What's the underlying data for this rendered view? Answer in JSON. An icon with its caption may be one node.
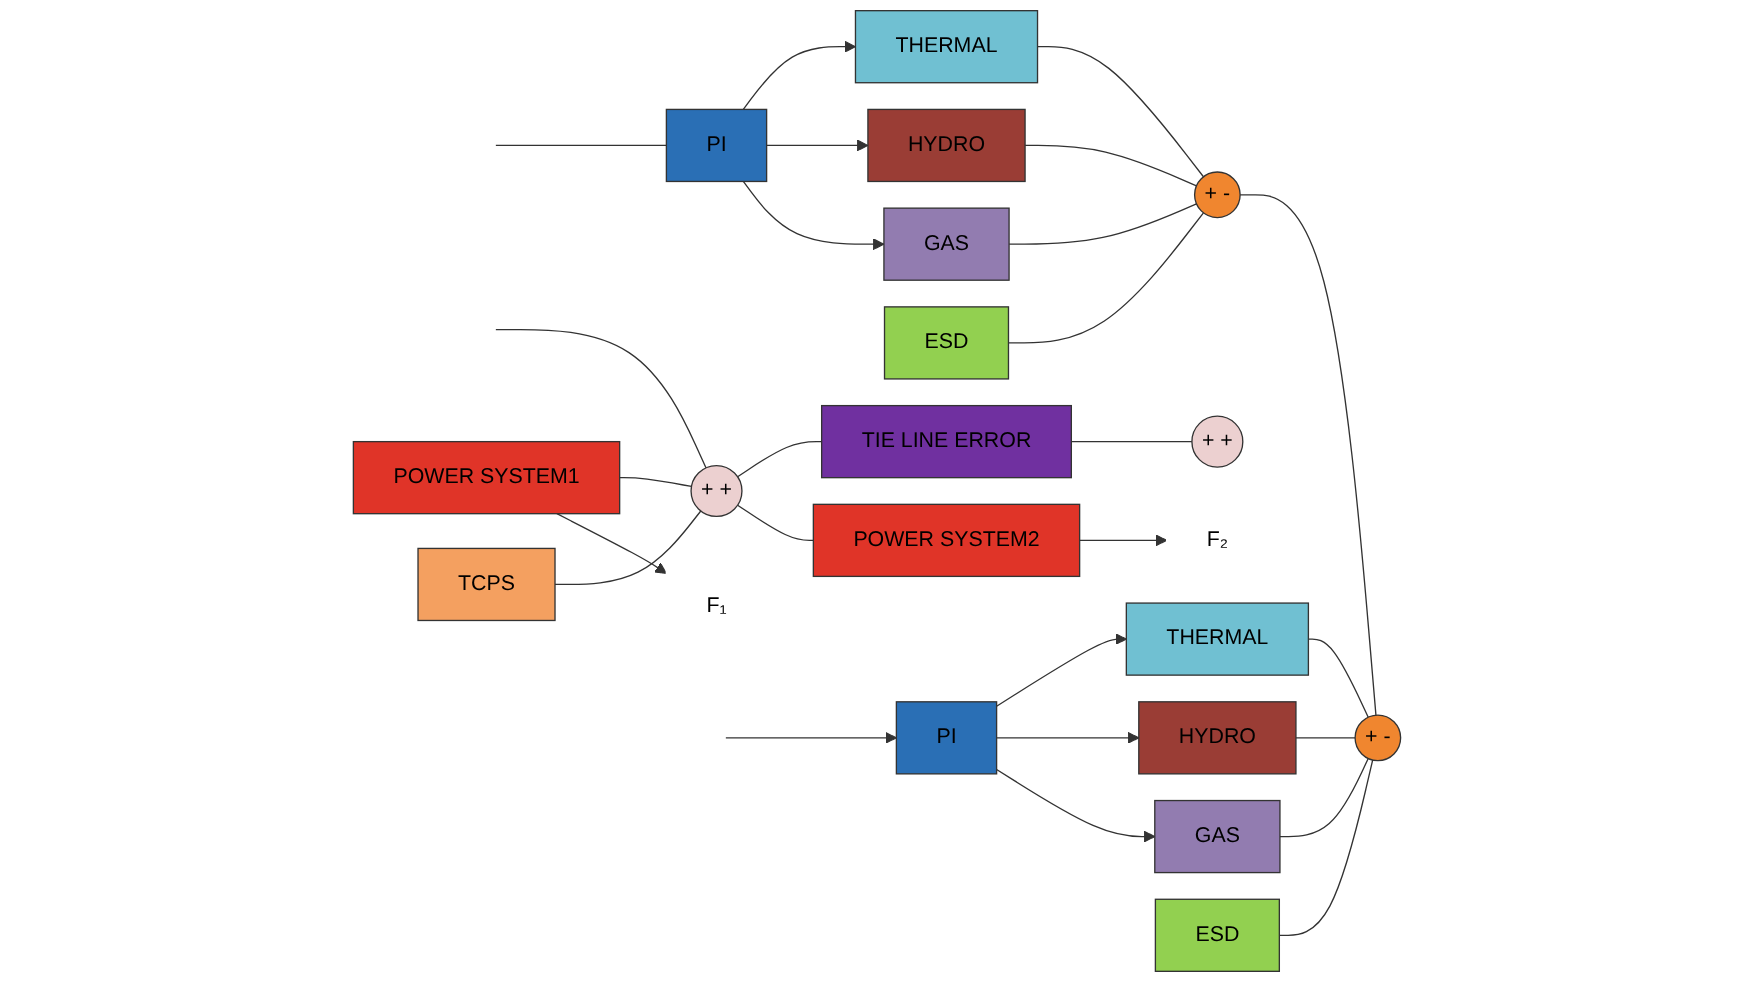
{
  "diagram": {
    "nodes": [
      {
        "text": [
          "PI"
        ]
      },
      {
        "text": [
          "THERMAL"
        ]
      },
      {
        "text": [
          "HYDRO"
        ]
      },
      {
        "text": [
          "GAS"
        ]
      },
      {
        "text": [
          "+ -"
        ]
      },
      {
        "text": [
          "ESD"
        ]
      },
      {
        "text": [
          "POWER SYSTEM1"
        ]
      },
      {
        "text": [
          "TCPS"
        ]
      },
      {
        "text": [
          "+ +"
        ]
      },
      {
        "text": [
          "TIE LINE ERROR"
        ]
      },
      {
        "text": [
          "+ +"
        ]
      },
      {
        "text": [
          "F₁"
        ]
      },
      {
        "text": [
          "PI"
        ]
      },
      {
        "text": [
          "THERMAL"
        ]
      },
      {
        "text": [
          "HYDRO"
        ]
      },
      {
        "text": [
          "GAS"
        ]
      },
      {
        "text": [
          "+ -"
        ]
      },
      {
        "text": [
          "POWER SYSTEM2"
        ]
      },
      {
        "text": [
          "F₂"
        ]
      },
      {
        "text": [
          "ESD"
        ]
      }
    ],
    "edges": [
      {
        "from": null,
        "to": 0,
        "arrow": "none"
      },
      {
        "from": 0,
        "to": 1,
        "arrow": "to"
      },
      {
        "from": 0,
        "to": 2,
        "arrow": "to"
      },
      {
        "from": 0,
        "to": 3,
        "arrow": "to"
      },
      {
        "from": 1,
        "to": 4,
        "arrow": "none"
      },
      {
        "from": 2,
        "to": 4,
        "arrow": "none"
      },
      {
        "from": 3,
        "to": 4,
        "arrow": "none"
      },
      {
        "from": 5,
        "to": 4,
        "arrow": "none"
      },
      {
        "from": 4,
        "to": 16,
        "arrow": "none"
      },
      {
        "from": null,
        "to": 8,
        "arrow": "none"
      },
      {
        "from": 6,
        "to": 8,
        "arrow": "none"
      },
      {
        "from": 7,
        "to": 8,
        "arrow": "none"
      },
      {
        "from": 8,
        "to": 9,
        "arrow": "none"
      },
      {
        "from": 9,
        "to": 10,
        "arrow": "none"
      },
      {
        "from": 8,
        "to": 17,
        "arrow": "none"
      },
      {
        "from": 6,
        "to": 11,
        "arrow": "to"
      },
      {
        "from": 17,
        "to": 18,
        "arrow": "to"
      },
      {
        "from": null,
        "to": 12,
        "arrow": "to"
      },
      {
        "from": 12,
        "to": 13,
        "arrow": "to"
      },
      {
        "from": 12,
        "to": 14,
        "arrow": "to"
      },
      {
        "from": 12,
        "to": 15,
        "arrow": "to"
      },
      {
        "from": 13,
        "to": 16,
        "arrow": "none"
      },
      {
        "from": 14,
        "to": 16,
        "arrow": "none"
      },
      {
        "from": 15,
        "to": 16,
        "arrow": "none"
      },
      {
        "from": 19,
        "to": 16,
        "arrow": "none"
      }
    ]
  }
}
